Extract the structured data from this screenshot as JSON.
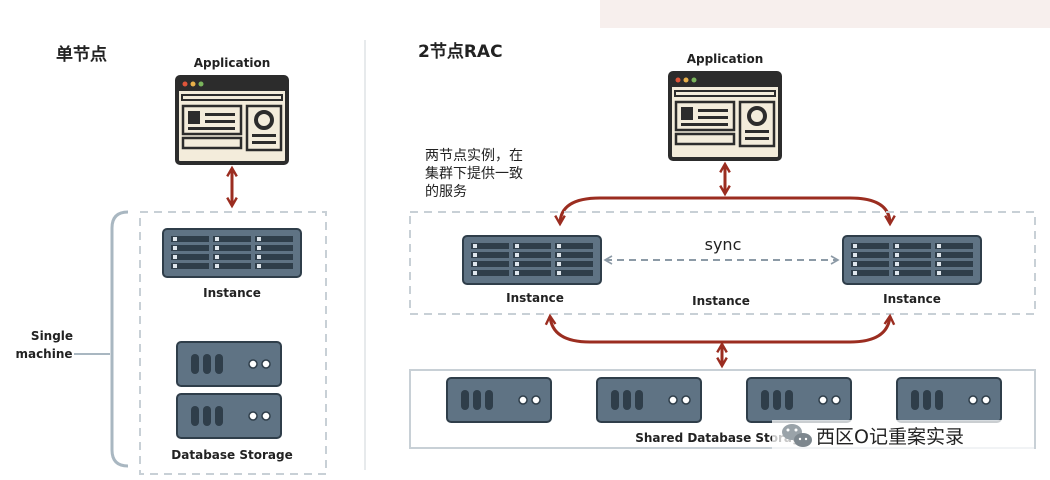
{
  "left": {
    "title": "单节点",
    "app_label": "Application",
    "instance_label": "Instance",
    "machine_label_1": "Single",
    "machine_label_2": "machine",
    "storage_label": "Database Storage"
  },
  "right": {
    "title": "2节点RAC",
    "app_label": "Application",
    "note_line1": "两节点实例，在",
    "note_line2": "集群下提供一致",
    "note_line3": "的服务",
    "sync_label": "sync",
    "instance_left_label": "Instance",
    "instance_center_label": "Instance",
    "instance_right_label": "Instance",
    "shared_storage_label": "Shared Database Storage"
  },
  "watermark": {
    "text": "西区O记重案实录"
  },
  "colors": {
    "arrow": "#9b2d20",
    "server_fill": "#5f7384",
    "server_dark": "#2f3e4a",
    "dashed_border": "#c8d0d6",
    "app_fill": "#f3ecdb",
    "app_frame": "#2c2c2c"
  }
}
